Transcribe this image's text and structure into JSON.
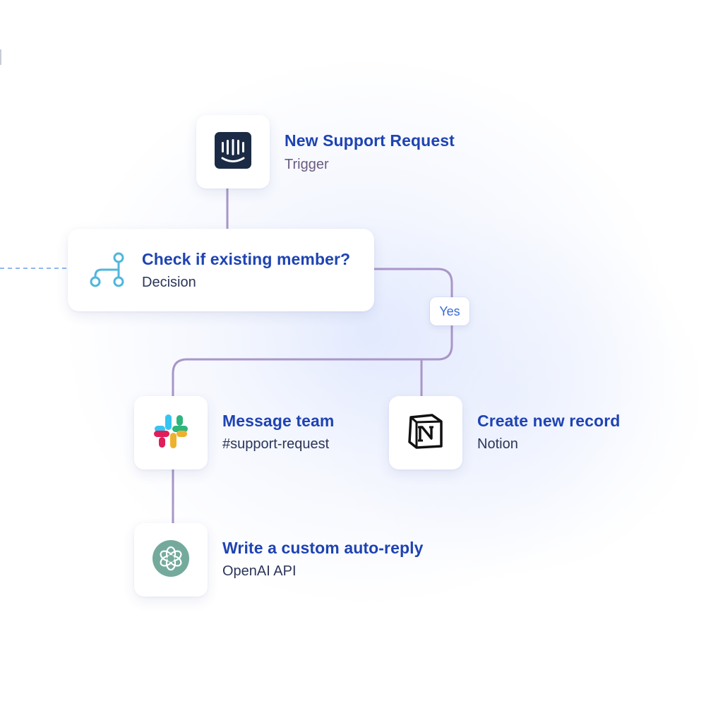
{
  "colors": {
    "title": "#1e43b3",
    "subtitle": "#2b3558",
    "connector": "#a996c8",
    "dashed": "#6aa0e6",
    "decision_icon": "#4fb6dc",
    "intercom": "#1c2b45",
    "openai": "#74aa9c"
  },
  "nodes": {
    "trigger": {
      "icon": "intercom-icon",
      "title": "New Support Request",
      "subtitle": "Trigger"
    },
    "decision": {
      "icon": "branch-icon",
      "title": "Check if existing member?",
      "subtitle": "Decision"
    },
    "message_team": {
      "icon": "slack-icon",
      "title": "Message team",
      "subtitle": "#support-request"
    },
    "create_record": {
      "icon": "notion-icon",
      "title": "Create new record",
      "subtitle": "Notion"
    },
    "auto_reply": {
      "icon": "openai-icon",
      "title": "Write a custom auto-reply",
      "subtitle": "OpenAI API"
    }
  },
  "edges": {
    "yes_label": "Yes"
  }
}
